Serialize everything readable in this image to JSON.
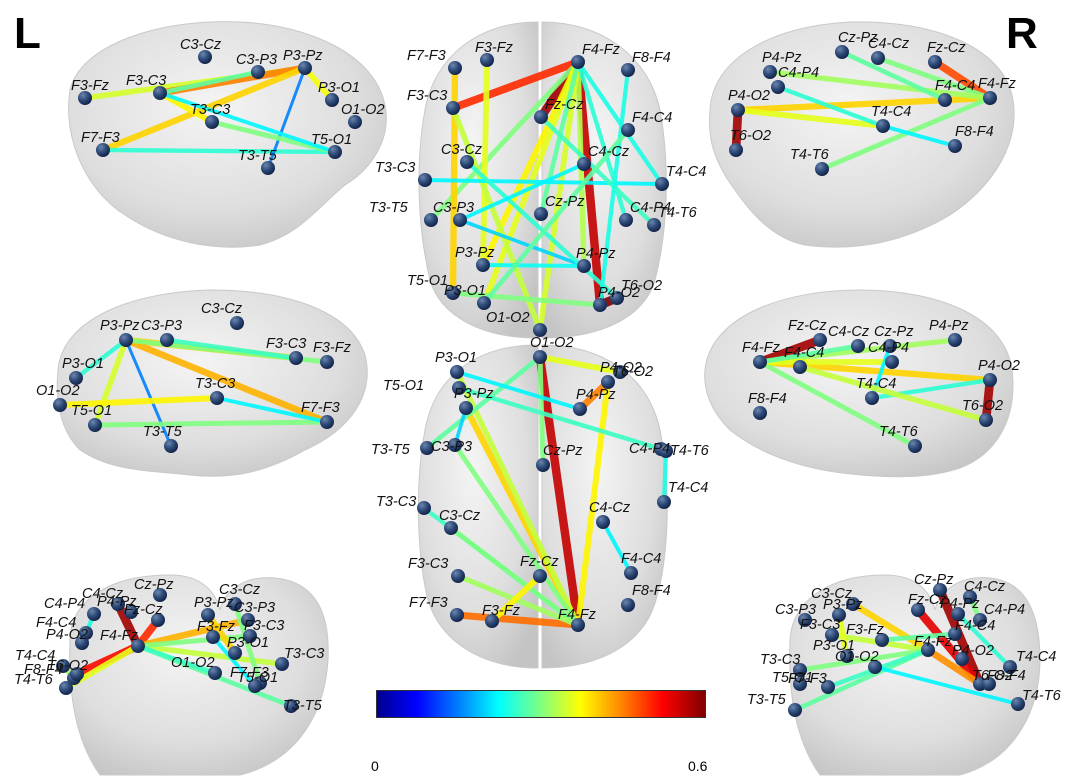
{
  "header": {
    "left_label": "L",
    "right_label": "R"
  },
  "colorbar": {
    "min_label": "0",
    "max_label": "0.6",
    "colormap": "jet"
  },
  "views": [
    {
      "id": "left-lateral-top",
      "nodes": [
        {
          "label": "C3-Cz"
        },
        {
          "label": "P3-Pz"
        },
        {
          "label": "C3-P3"
        },
        {
          "label": "F3-Fz"
        },
        {
          "label": "F3-C3"
        },
        {
          "label": "P3-O1"
        },
        {
          "label": "O1-O2"
        },
        {
          "label": "T3-C3"
        },
        {
          "label": "F7-F3"
        },
        {
          "label": "T5-O1"
        },
        {
          "label": "T3-T5"
        }
      ]
    },
    {
      "id": "right-lateral-top",
      "nodes": [
        {
          "label": "Cz-Pz"
        },
        {
          "label": "P4-Pz"
        },
        {
          "label": "C4-Cz"
        },
        {
          "label": "Fz-Cz"
        },
        {
          "label": "C4-P4"
        },
        {
          "label": "F4-C4"
        },
        {
          "label": "F4-Fz"
        },
        {
          "label": "P4-O2"
        },
        {
          "label": "T4-C4"
        },
        {
          "label": "T6-O2"
        },
        {
          "label": "F8-F4"
        },
        {
          "label": "T4-T6"
        }
      ]
    },
    {
      "id": "dorsal-view",
      "nodes": [
        {
          "label": "F7-F3"
        },
        {
          "label": "F3-Fz"
        },
        {
          "label": "F4-Fz"
        },
        {
          "label": "F8-F4"
        },
        {
          "label": "F3-C3"
        },
        {
          "label": "Fz-Cz"
        },
        {
          "label": "F4-C4"
        },
        {
          "label": "C3-Cz"
        },
        {
          "label": "C4-Cz"
        },
        {
          "label": "T3-C3"
        },
        {
          "label": "T4-C4"
        },
        {
          "label": "T3-T5"
        },
        {
          "label": "C3-P3"
        },
        {
          "label": "Cz-Pz"
        },
        {
          "label": "C4-P4"
        },
        {
          "label": "T4-T6"
        },
        {
          "label": "P3-Pz"
        },
        {
          "label": "P4-Pz"
        },
        {
          "label": "T5-O1"
        },
        {
          "label": "P3-O1"
        },
        {
          "label": "T6-O2"
        },
        {
          "label": "P4-O2"
        },
        {
          "label": "O1-O2"
        }
      ]
    },
    {
      "id": "left-medial-mid",
      "nodes": [
        {
          "label": "P3-Pz"
        },
        {
          "label": "C3-Cz"
        },
        {
          "label": "C3-P3"
        },
        {
          "label": "F3-C3"
        },
        {
          "label": "F3-Fz"
        },
        {
          "label": "P3-O1"
        },
        {
          "label": "T3-C3"
        },
        {
          "label": "O1-O2"
        },
        {
          "label": "T5-O1"
        },
        {
          "label": "F7-F3"
        },
        {
          "label": "T3-T5"
        }
      ]
    },
    {
      "id": "right-medial-mid",
      "nodes": [
        {
          "label": "Fz-Cz"
        },
        {
          "label": "C4-Cz"
        },
        {
          "label": "Cz-Pz"
        },
        {
          "label": "P4-Pz"
        },
        {
          "label": "C4-P4"
        },
        {
          "label": "F4-Fz"
        },
        {
          "label": "F4-C4"
        },
        {
          "label": "P4-O2"
        },
        {
          "label": "T4-C4"
        },
        {
          "label": "F8-F4"
        },
        {
          "label": "T6-O2"
        },
        {
          "label": "T4-T6"
        }
      ]
    },
    {
      "id": "ventral-view",
      "nodes": [
        {
          "label": "O1-O2"
        },
        {
          "label": "P3-O1"
        },
        {
          "label": "T5-O1"
        },
        {
          "label": "P4-O2"
        },
        {
          "label": "T6-O2"
        },
        {
          "label": "P3-Pz"
        },
        {
          "label": "P4-Pz"
        },
        {
          "label": "T3-T5"
        },
        {
          "label": "C3-P3"
        },
        {
          "label": "C4-P4"
        },
        {
          "label": "T4-T6"
        },
        {
          "label": "Cz-Pz"
        },
        {
          "label": "T3-C3"
        },
        {
          "label": "C4-Cz"
        },
        {
          "label": "T4-C4"
        },
        {
          "label": "C3-Cz"
        },
        {
          "label": "F3-C3"
        },
        {
          "label": "Fz-Cz"
        },
        {
          "label": "F4-C4"
        },
        {
          "label": "F7-F3"
        },
        {
          "label": "F3-Fz"
        },
        {
          "label": "F4-Fz"
        },
        {
          "label": "F8-F4"
        }
      ]
    },
    {
      "id": "left-posterior-bottom",
      "nodes": [
        {
          "label": "C4-Cz"
        },
        {
          "label": "Cz-Pz"
        },
        {
          "label": "C4-P4"
        },
        {
          "label": "P4-Pz"
        },
        {
          "label": "Fz-Cz"
        },
        {
          "label": "F4-C4"
        },
        {
          "label": "P4-O2"
        },
        {
          "label": "F4-Fz"
        },
        {
          "label": "T4-C4"
        },
        {
          "label": "F8-F4"
        },
        {
          "label": "T6-O2"
        },
        {
          "label": "T4-T6"
        },
        {
          "label": "C3-Cz"
        },
        {
          "label": "P3-Pz"
        },
        {
          "label": "C3-P3"
        },
        {
          "label": "F3-Fz"
        },
        {
          "label": "F3-C3"
        },
        {
          "label": "P3-O1"
        },
        {
          "label": "O1-O2"
        },
        {
          "label": "T3-C3"
        },
        {
          "label": "F7-F3"
        },
        {
          "label": "T5-O1"
        },
        {
          "label": "T3-T5"
        }
      ]
    },
    {
      "id": "right-posterior-bottom",
      "nodes": [
        {
          "label": "C3-Cz"
        },
        {
          "label": "Cz-Pz"
        },
        {
          "label": "C4-Cz"
        },
        {
          "label": "C3-P3"
        },
        {
          "label": "P3-Pz"
        },
        {
          "label": "Fz-Cz"
        },
        {
          "label": "P4-Pz"
        },
        {
          "label": "C4-P4"
        },
        {
          "label": "F3-C3"
        },
        {
          "label": "F4-C4"
        },
        {
          "label": "F3-Fz"
        },
        {
          "label": "F4-Fz"
        },
        {
          "label": "P3-O1"
        },
        {
          "label": "P4-O2"
        },
        {
          "label": "T3-C3"
        },
        {
          "label": "O1-O2"
        },
        {
          "label": "T4-C4"
        },
        {
          "label": "T5-O1"
        },
        {
          "label": "F7-F3"
        },
        {
          "label": "T6-O2"
        },
        {
          "label": "F8-F4"
        },
        {
          "label": "T3-T5"
        },
        {
          "label": "T4-T6"
        }
      ]
    }
  ],
  "connections": [
    {
      "view": 0,
      "from": 3,
      "to": 1,
      "weight": 0.35
    },
    {
      "view": 0,
      "from": 4,
      "to": 1,
      "weight": 0.45
    },
    {
      "view": 0,
      "from": 8,
      "to": 1,
      "weight": 0.4
    },
    {
      "view": 0,
      "from": 4,
      "to": 7,
      "weight": 0.38
    },
    {
      "view": 0,
      "from": 8,
      "to": 9,
      "weight": 0.25
    },
    {
      "view": 0,
      "from": 1,
      "to": 10,
      "weight": 0.15
    },
    {
      "view": 0,
      "from": 7,
      "to": 9,
      "weight": 0.3
    },
    {
      "view": 0,
      "from": 1,
      "to": 5,
      "weight": 0.37
    },
    {
      "view": 0,
      "from": 4,
      "to": 9,
      "weight": 0.22
    },
    {
      "view": 0,
      "from": 2,
      "to": 4,
      "weight": 0.28
    },
    {
      "view": 1,
      "from": 3,
      "to": 6,
      "weight": 0.48
    },
    {
      "view": 1,
      "from": 2,
      "to": 6,
      "weight": 0.3
    },
    {
      "view": 1,
      "from": 7,
      "to": 6,
      "weight": 0.4
    },
    {
      "view": 1,
      "from": 1,
      "to": 6,
      "weight": 0.32
    },
    {
      "view": 1,
      "from": 7,
      "to": 9,
      "weight": 0.58
    },
    {
      "view": 1,
      "from": 7,
      "to": 8,
      "weight": 0.36
    },
    {
      "view": 1,
      "from": 11,
      "to": 6,
      "weight": 0.3
    },
    {
      "view": 1,
      "from": 8,
      "to": 10,
      "weight": 0.22
    },
    {
      "view": 1,
      "from": 4,
      "to": 8,
      "weight": 0.25
    },
    {
      "view": 1,
      "from": 0,
      "to": 5,
      "weight": 0.28
    },
    {
      "view": 2,
      "from": 2,
      "to": 5,
      "weight": 0.58
    },
    {
      "view": 2,
      "from": 2,
      "to": 4,
      "weight": 0.5
    },
    {
      "view": 2,
      "from": 2,
      "to": 21,
      "weight": 0.56
    },
    {
      "view": 2,
      "from": 2,
      "to": 11,
      "weight": 0.3
    },
    {
      "view": 2,
      "from": 2,
      "to": 16,
      "weight": 0.38
    },
    {
      "view": 2,
      "from": 2,
      "to": 19,
      "weight": 0.36
    },
    {
      "view": 2,
      "from": 2,
      "to": 17,
      "weight": 0.33
    },
    {
      "view": 2,
      "from": 2,
      "to": 22,
      "weight": 0.35
    },
    {
      "view": 2,
      "from": 2,
      "to": 13,
      "weight": 0.28
    },
    {
      "view": 2,
      "from": 2,
      "to": 14,
      "weight": 0.25
    },
    {
      "view": 2,
      "from": 2,
      "to": 10,
      "weight": 0.24
    },
    {
      "view": 2,
      "from": 0,
      "to": 18,
      "weight": 0.4
    },
    {
      "view": 2,
      "from": 1,
      "to": 16,
      "weight": 0.36
    },
    {
      "view": 2,
      "from": 4,
      "to": 22,
      "weight": 0.34
    },
    {
      "view": 2,
      "from": 9,
      "to": 10,
      "weight": 0.22
    },
    {
      "view": 2,
      "from": 12,
      "to": 17,
      "weight": 0.2
    },
    {
      "view": 2,
      "from": 7,
      "to": 20,
      "weight": 0.25
    },
    {
      "view": 2,
      "from": 16,
      "to": 17,
      "weight": 0.23
    },
    {
      "view": 2,
      "from": 18,
      "to": 21,
      "weight": 0.3
    },
    {
      "view": 2,
      "from": 20,
      "to": 21,
      "weight": 0.6
    },
    {
      "view": 2,
      "from": 5,
      "to": 15,
      "weight": 0.26
    },
    {
      "view": 2,
      "from": 3,
      "to": 21,
      "weight": 0.24
    },
    {
      "view": 2,
      "from": 8,
      "to": 12,
      "weight": 0.22
    },
    {
      "view": 2,
      "from": 6,
      "to": 19,
      "weight": 0.28
    },
    {
      "view": 3,
      "from": 0,
      "to": 3,
      "weight": 0.4
    },
    {
      "view": 3,
      "from": 0,
      "to": 9,
      "weight": 0.42
    },
    {
      "view": 3,
      "from": 0,
      "to": 4,
      "weight": 0.3
    },
    {
      "view": 3,
      "from": 0,
      "to": 8,
      "weight": 0.35
    },
    {
      "view": 3,
      "from": 0,
      "to": 10,
      "weight": 0.15
    },
    {
      "view": 3,
      "from": 8,
      "to": 9,
      "weight": 0.3
    },
    {
      "view": 3,
      "from": 2,
      "to": 3,
      "weight": 0.26
    },
    {
      "view": 3,
      "from": 7,
      "to": 6,
      "weight": 0.38
    },
    {
      "view": 3,
      "from": 5,
      "to": 0,
      "weight": 0.25
    },
    {
      "view": 3,
      "from": 6,
      "to": 9,
      "weight": 0.22
    },
    {
      "view": 4,
      "from": 0,
      "to": 5,
      "weight": 0.58
    },
    {
      "view": 4,
      "from": 5,
      "to": 7,
      "weight": 0.4
    },
    {
      "view": 4,
      "from": 5,
      "to": 3,
      "weight": 0.32
    },
    {
      "view": 4,
      "from": 7,
      "to": 10,
      "weight": 0.58
    },
    {
      "view": 4,
      "from": 5,
      "to": 11,
      "weight": 0.3
    },
    {
      "view": 4,
      "from": 8,
      "to": 7,
      "weight": 0.25
    },
    {
      "view": 4,
      "from": 4,
      "to": 5,
      "weight": 0.36
    },
    {
      "view": 4,
      "from": 1,
      "to": 5,
      "weight": 0.28
    },
    {
      "view": 4,
      "from": 2,
      "to": 8,
      "weight": 0.22
    },
    {
      "view": 4,
      "from": 6,
      "to": 10,
      "weight": 0.34
    },
    {
      "view": 5,
      "from": 21,
      "to": 0,
      "weight": 0.56
    },
    {
      "view": 5,
      "from": 21,
      "to": 5,
      "weight": 0.4
    },
    {
      "view": 5,
      "from": 21,
      "to": 19,
      "weight": 0.46
    },
    {
      "view": 5,
      "from": 21,
      "to": 1,
      "weight": 0.34
    },
    {
      "view": 5,
      "from": 21,
      "to": 8,
      "weight": 0.3
    },
    {
      "view": 5,
      "from": 21,
      "to": 3,
      "weight": 0.38
    },
    {
      "view": 5,
      "from": 21,
      "to": 12,
      "weight": 0.26
    },
    {
      "view": 5,
      "from": 21,
      "to": 15,
      "weight": 0.3
    },
    {
      "view": 5,
      "from": 21,
      "to": 16,
      "weight": 0.32
    },
    {
      "view": 5,
      "from": 0,
      "to": 4,
      "weight": 0.36
    },
    {
      "view": 5,
      "from": 0,
      "to": 11,
      "weight": 0.3
    },
    {
      "view": 5,
      "from": 0,
      "to": 7,
      "weight": 0.28
    },
    {
      "view": 5,
      "from": 1,
      "to": 6,
      "weight": 0.22
    },
    {
      "view": 5,
      "from": 3,
      "to": 6,
      "weight": 0.45
    },
    {
      "view": 5,
      "from": 5,
      "to": 8,
      "weight": 0.2
    },
    {
      "view": 5,
      "from": 10,
      "to": 14,
      "weight": 0.24
    },
    {
      "view": 5,
      "from": 2,
      "to": 9,
      "weight": 0.26
    },
    {
      "view": 5,
      "from": 17,
      "to": 20,
      "weight": 0.38
    },
    {
      "view": 5,
      "from": 13,
      "to": 18,
      "weight": 0.22
    },
    {
      "view": 6,
      "from": 0,
      "to": 7,
      "weight": 0.58
    },
    {
      "view": 6,
      "from": 4,
      "to": 7,
      "weight": 0.5
    },
    {
      "view": 6,
      "from": 7,
      "to": 10,
      "weight": 0.52
    },
    {
      "view": 6,
      "from": 7,
      "to": 11,
      "weight": 0.36
    },
    {
      "view": 6,
      "from": 7,
      "to": 14,
      "weight": 0.42
    },
    {
      "view": 6,
      "from": 7,
      "to": 19,
      "weight": 0.34
    },
    {
      "view": 6,
      "from": 7,
      "to": 16,
      "weight": 0.3
    },
    {
      "view": 6,
      "from": 7,
      "to": 22,
      "weight": 0.28
    },
    {
      "view": 6,
      "from": 7,
      "to": 18,
      "weight": 0.26
    },
    {
      "view": 6,
      "from": 2,
      "to": 5,
      "weight": 0.24
    },
    {
      "view": 6,
      "from": 13,
      "to": 17,
      "weight": 0.4
    },
    {
      "view": 6,
      "from": 15,
      "to": 21,
      "weight": 0.22
    },
    {
      "view": 6,
      "from": 8,
      "to": 9,
      "weight": 0.32
    },
    {
      "view": 6,
      "from": 12,
      "to": 20,
      "weight": 0.3
    },
    {
      "view": 7,
      "from": 1,
      "to": 19,
      "weight": 0.58
    },
    {
      "view": 7,
      "from": 5,
      "to": 19,
      "weight": 0.54
    },
    {
      "view": 7,
      "from": 11,
      "to": 19,
      "weight": 0.44
    },
    {
      "view": 7,
      "from": 11,
      "to": 0,
      "weight": 0.4
    },
    {
      "view": 7,
      "from": 11,
      "to": 8,
      "weight": 0.34
    },
    {
      "view": 7,
      "from": 11,
      "to": 14,
      "weight": 0.3
    },
    {
      "view": 7,
      "from": 11,
      "to": 21,
      "weight": 0.28
    },
    {
      "view": 7,
      "from": 11,
      "to": 18,
      "weight": 0.26
    },
    {
      "view": 7,
      "from": 4,
      "to": 12,
      "weight": 0.36
    },
    {
      "view": 7,
      "from": 6,
      "to": 16,
      "weight": 0.25
    },
    {
      "view": 7,
      "from": 15,
      "to": 22,
      "weight": 0.22
    },
    {
      "view": 7,
      "from": 2,
      "to": 7,
      "weight": 0.3
    },
    {
      "view": 7,
      "from": 9,
      "to": 10,
      "weight": 0.28
    }
  ]
}
